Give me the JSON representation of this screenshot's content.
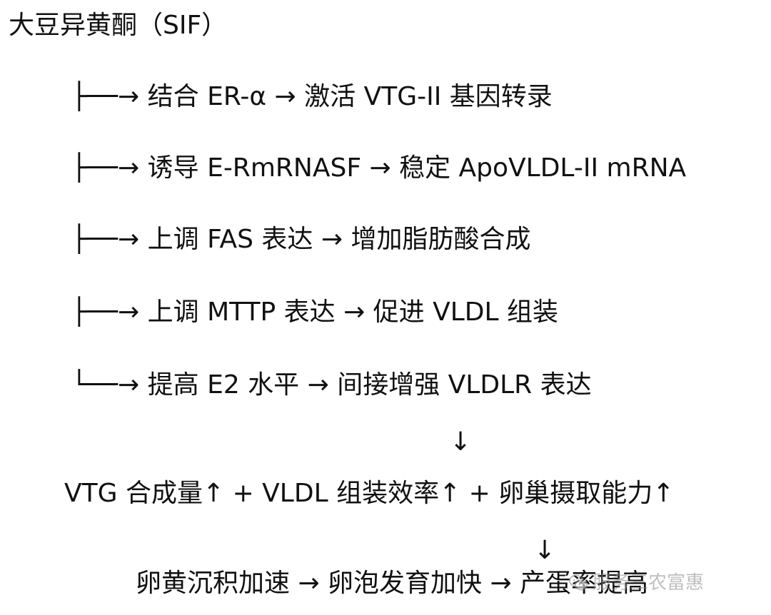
{
  "title": "大豆异黄酮（SIF）",
  "branches": [
    "├──→ 结合 ER-α → 激活 VTG-II 基因转录",
    "├──→ 诱导 E-RmRNASF → 稳定 ApoVLDL-II mRNA",
    "├──→ 上调 FAS 表达 → 增加脂肪酸合成",
    "├──→ 上调 MTTP 表达 → 促进 VLDL 组装",
    "└──→ 提高 E2 水平 → 间接增强 VLDLR 表达"
  ],
  "down_arrow_1": "↓",
  "merge": "VTG 合成量↑ + VLDL 组装效率↑ + 卵巢摄取能力↑",
  "down_arrow_2": "↓",
  "outcome": "卵黄沉积加速 → 卵泡发育加快 → 产蛋率提高",
  "watermark": {
    "icon": "wechat-icon",
    "text": "服务三农富惠"
  }
}
